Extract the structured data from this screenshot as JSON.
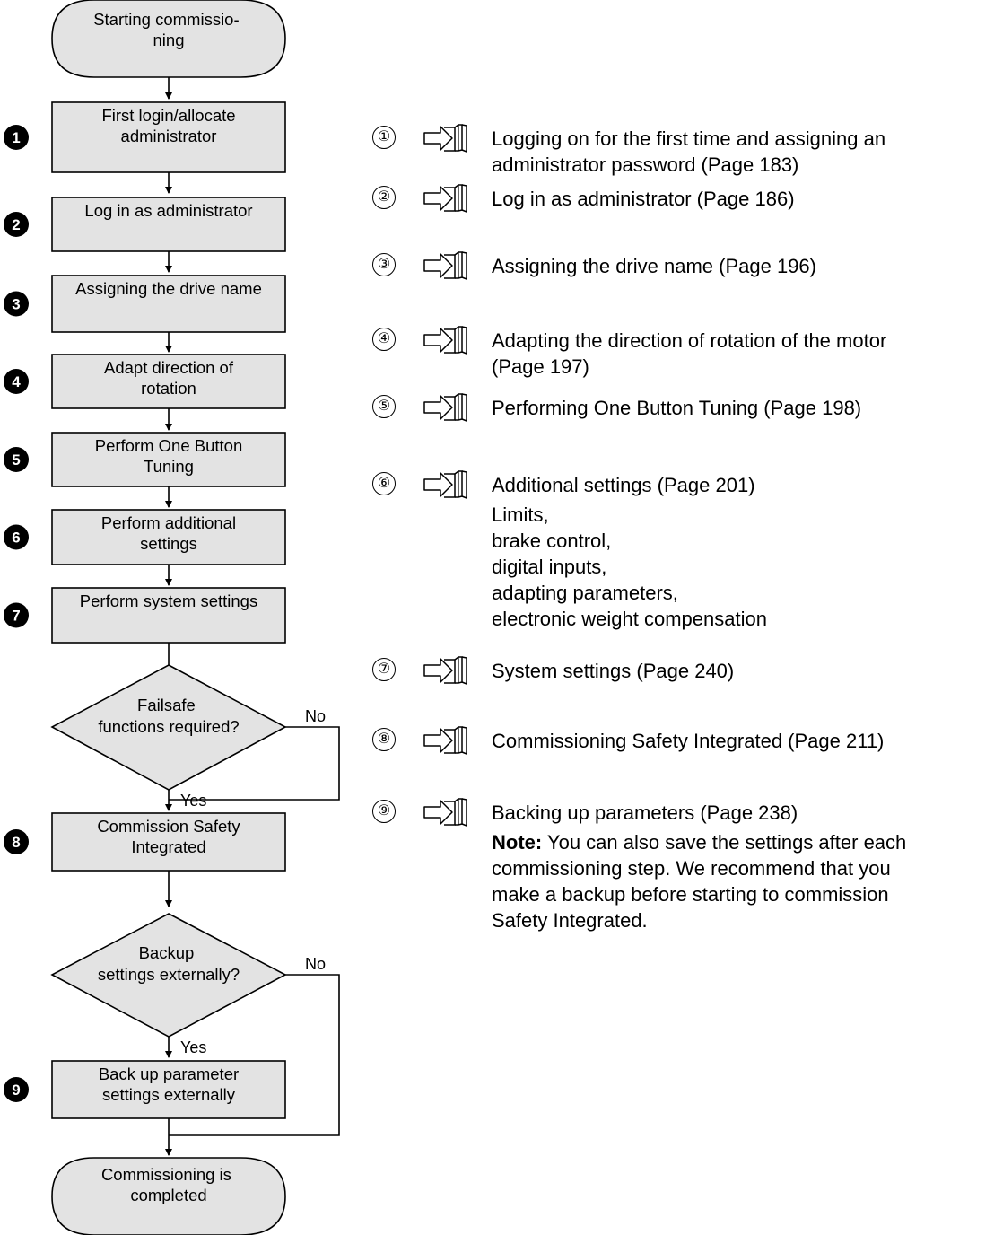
{
  "flowchart": {
    "start": "Starting commissio-\nning",
    "steps": [
      {
        "badge": "1",
        "label": "First login/allocate\nadministrator"
      },
      {
        "badge": "2",
        "label": "Log in as administrator"
      },
      {
        "badge": "3",
        "label": "Assigning the drive name"
      },
      {
        "badge": "4",
        "label": "Adapt direction of\nrotation"
      },
      {
        "badge": "5",
        "label": "Perform One Button\nTuning"
      },
      {
        "badge": "6",
        "label": "Perform additional\nsettings"
      },
      {
        "badge": "7",
        "label": "Perform system settings"
      }
    ],
    "decision_failsafe": "Failsafe\nfunctions required?",
    "step_safety": {
      "badge": "8",
      "label": "Commission Safety\nIntegrated"
    },
    "decision_backup": "Backup\nsettings externally?",
    "step_backup": {
      "badge": "9",
      "label": "Back up parameter\nsettings externally"
    },
    "end": "Commissioning is\ncompleted",
    "yes_label": "Yes",
    "no_label": "No"
  },
  "references": [
    {
      "num": "①",
      "text": "Logging on for the first time and assigning an\nadministrator password (Page 183)"
    },
    {
      "num": "②",
      "text": "Log in as administrator (Page 186)"
    },
    {
      "num": "③",
      "text": "Assigning the drive name (Page 196)"
    },
    {
      "num": "④",
      "text": "Adapting the direction of rotation of the motor\n(Page 197)"
    },
    {
      "num": "⑤",
      "text": "Performing One Button Tuning (Page 198)"
    },
    {
      "num": "⑥",
      "text": "Additional settings (Page 201)",
      "detail": "Limits,\nbrake control,\ndigital inputs,\nadapting parameters,\nelectronic weight compensation"
    },
    {
      "num": "⑦",
      "text": "System settings (Page 240)"
    },
    {
      "num": "⑧",
      "text": "Commissioning Safety Integrated (Page 211)"
    },
    {
      "num": "⑨",
      "text": "Backing up parameters (Page 238)",
      "note_label": "Note:",
      "note_text": " You can also save the settings after each\ncommissioning step. We recommend that you\nmake a backup before starting to commission\nSafety Integrated."
    }
  ],
  "colors": {
    "box_fill": "#e3e3e3",
    "stroke": "#000000",
    "badge_fill": "#000000"
  }
}
